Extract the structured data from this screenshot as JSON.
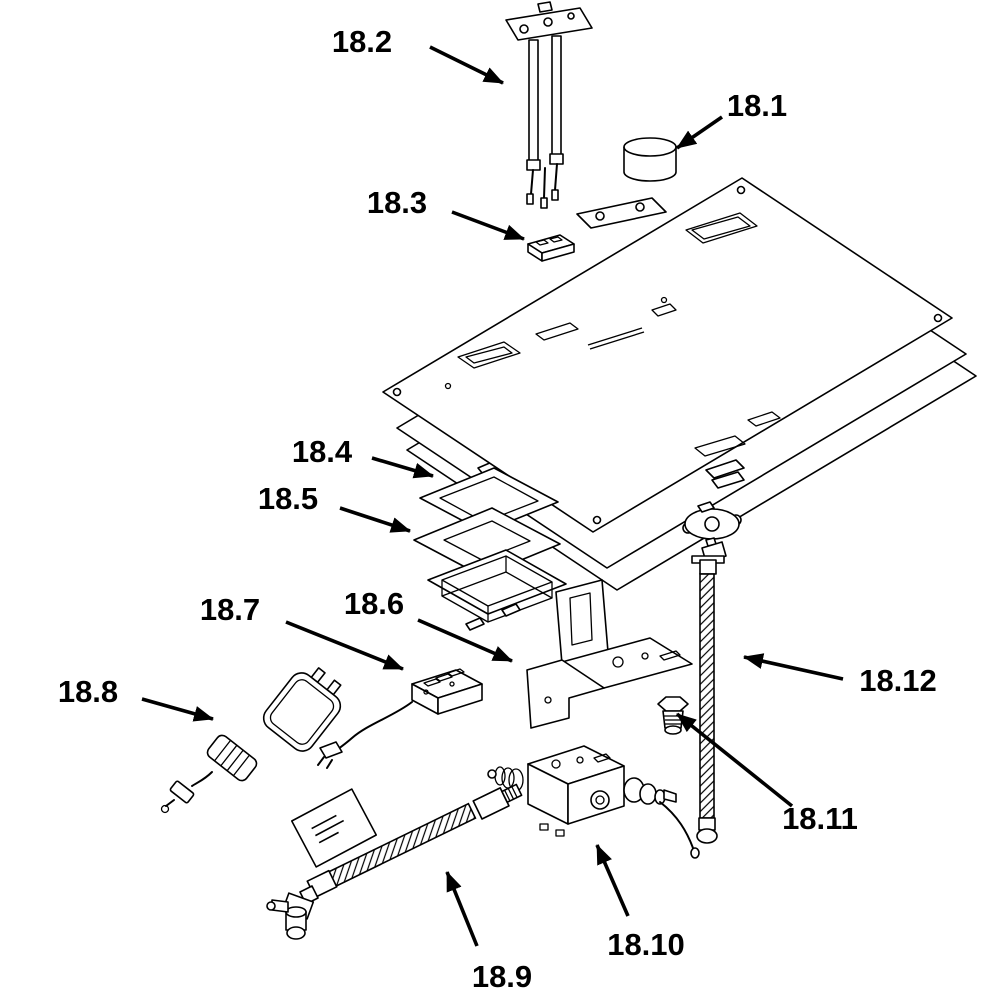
{
  "diagram": {
    "type": "exploded-parts-diagram",
    "background_color": "#ffffff",
    "line_color": "#000000",
    "callouts": {
      "c18_1": {
        "label": "18.1"
      },
      "c18_2": {
        "label": "18.2"
      },
      "c18_3": {
        "label": "18.3"
      },
      "c18_4": {
        "label": "18.4"
      },
      "c18_5": {
        "label": "18.5"
      },
      "c18_6": {
        "label": "18.6"
      },
      "c18_7": {
        "label": "18.7"
      },
      "c18_8": {
        "label": "18.8"
      },
      "c18_9": {
        "label": "18.9"
      },
      "c18_10": {
        "label": "18.10"
      },
      "c18_11": {
        "label": "18.11"
      },
      "c18_12": {
        "label": "18.12"
      }
    }
  }
}
